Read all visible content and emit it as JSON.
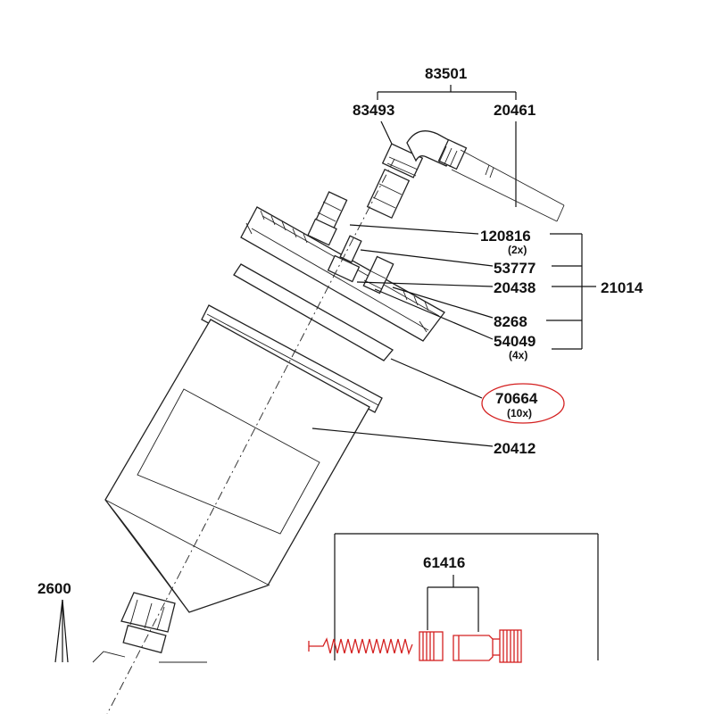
{
  "labels": {
    "p83501": "83501",
    "p83493": "83493",
    "p20461": "20461",
    "p120816": "120816",
    "q120816": "(2x)",
    "p53777": "53777",
    "p20438": "20438",
    "p21014": "21014",
    "p8268": "8268",
    "p54049": "54049",
    "q54049": "(4x)",
    "p70664": "70664",
    "q70664": "(10x)",
    "p20412": "20412",
    "p2600": "2600",
    "p61416": "61416"
  },
  "colors": {
    "line": "#111111",
    "highlight": "#d42020",
    "background": "#ffffff"
  }
}
